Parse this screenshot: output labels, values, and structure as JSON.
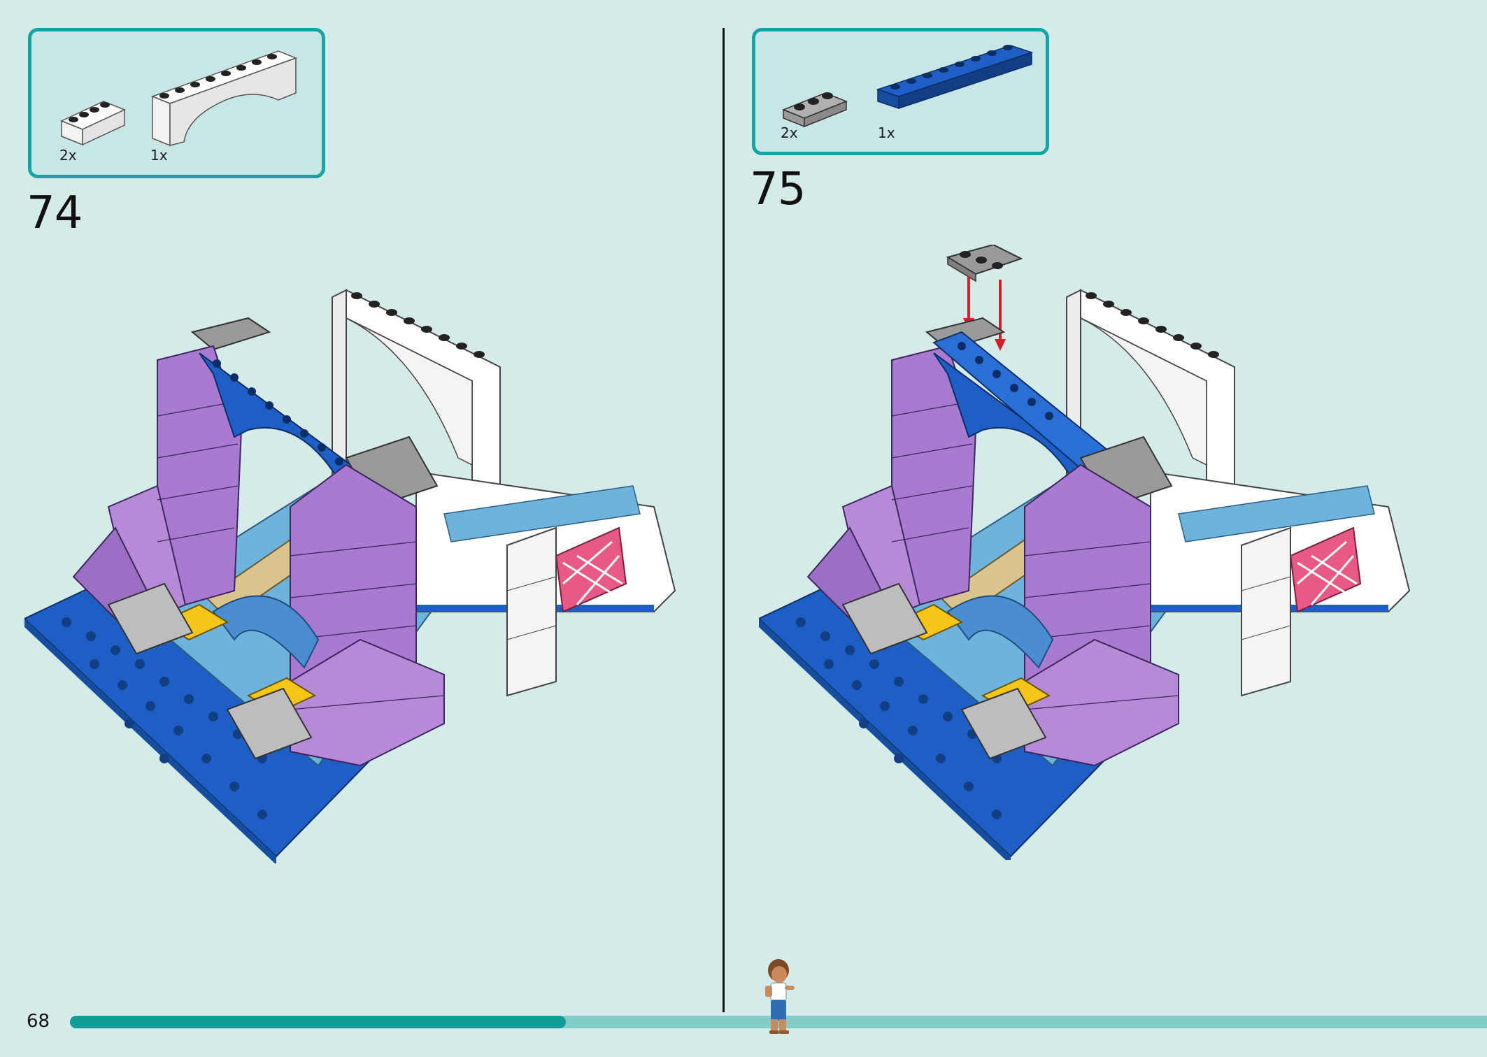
{
  "page": {
    "number": "68"
  },
  "progress": {
    "fraction": 0.35
  },
  "steps": [
    {
      "number": "74",
      "parts": [
        {
          "qty": "2x",
          "piece": "white-brick-1x4"
        },
        {
          "qty": "1x",
          "piece": "white-arch-1x8"
        }
      ]
    },
    {
      "number": "75",
      "parts": [
        {
          "qty": "2x",
          "piece": "grey-plate-1x3"
        },
        {
          "qty": "1x",
          "piece": "blue-tile-1x8"
        }
      ]
    }
  ],
  "colors": {
    "accent": "#17a3a3",
    "background": "#d5ebe9",
    "purple": "#a97bd0",
    "blue": "#1d5fc4",
    "light_blue": "#6db3dc",
    "grey": "#9a9a9a",
    "yellow": "#f5c518",
    "pink": "#e85a86",
    "arrow": "#d0202a"
  }
}
